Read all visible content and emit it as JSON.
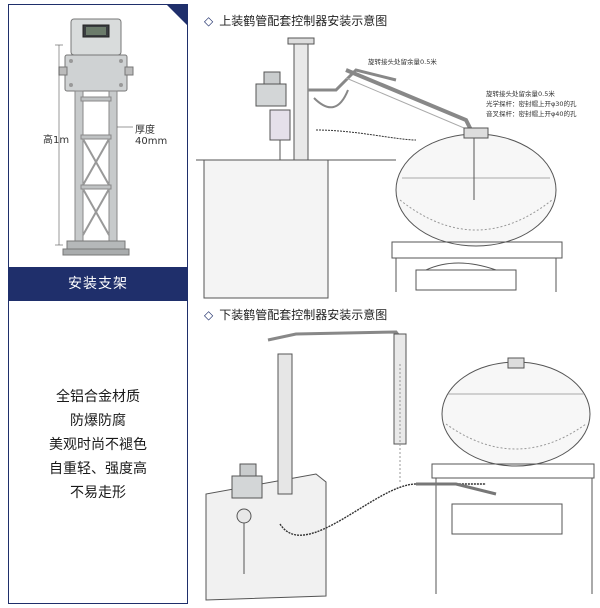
{
  "left_panel": {
    "stand_label": "安装支架",
    "height_label": "高1m",
    "thickness_label": "厚度40mm",
    "features": [
      "全铝合金材质",
      "防爆防腐",
      "美观时尚不褪色",
      "自重轻、强度高",
      "不易走形"
    ]
  },
  "top_diagram": {
    "title": "上装鹤管配套控制器安装示意图",
    "annotations": [
      "旋转接头处留余量0.5米",
      "旋转接头处留余量0.5米",
      "光学探杆：密封帽上开φ30的孔",
      "音叉探杆：密封帽上开φ40的孔"
    ]
  },
  "bottom_diagram": {
    "title": "下装鹤管配套控制器安装示意图"
  },
  "colors": {
    "navy": "#1f2f6b",
    "line": "#555555"
  }
}
